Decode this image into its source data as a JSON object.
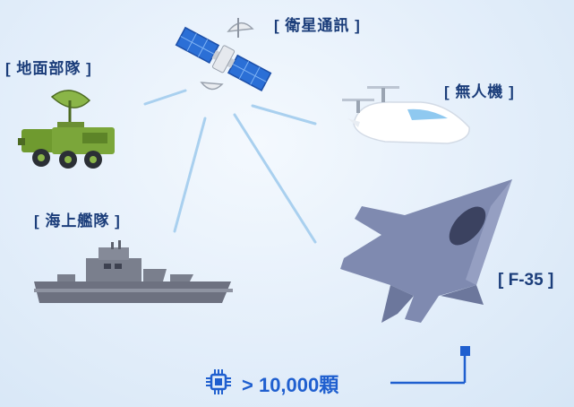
{
  "nodes": {
    "satellite": "[ 衛星通訊 ]",
    "ground": "[ 地面部隊 ]",
    "drone": "[ 無人機 ]",
    "fleet": "[ 海上艦隊 ]",
    "f35": "[ F-35 ]"
  },
  "chip": {
    "icon": "chip-icon",
    "count_text": "> 10,000顆"
  },
  "colors": {
    "label": "#1b3d7a",
    "accent": "#1f5fcf",
    "link_line": "#9ec8ec",
    "jet": "#7f8ab0",
    "ship": "#6d7180",
    "vehicle": "#7aa33a"
  }
}
